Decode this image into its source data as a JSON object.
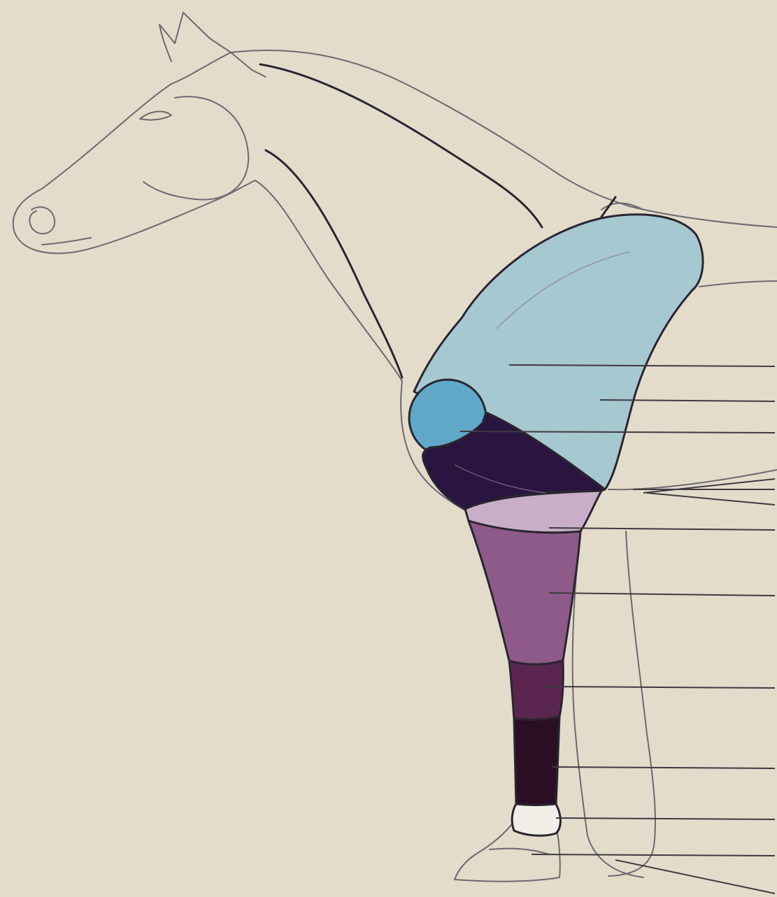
{
  "diagram": {
    "colors": {
      "paper": "#e3dccb",
      "outline": "#2a2530",
      "pencil": "#6d6870",
      "scapula": "#a6c8d0",
      "humeral_head": "#5fa8c8",
      "humerus": "#2a1440",
      "elbow": "#c8aec8",
      "forearm": "#8e5a8a",
      "carpus": "#5a2650",
      "cannon": "#2a0f24",
      "pastern": "#f2efe9"
    },
    "regions": [
      {
        "name": "scapula",
        "fill": "scapula"
      },
      {
        "name": "humeral-head",
        "fill": "humeral_head"
      },
      {
        "name": "humerus",
        "fill": "humerus"
      },
      {
        "name": "elbow",
        "fill": "elbow"
      },
      {
        "name": "forearm",
        "fill": "forearm"
      },
      {
        "name": "carpus",
        "fill": "carpus"
      },
      {
        "name": "cannon",
        "fill": "cannon"
      },
      {
        "name": "pastern",
        "fill": "pastern"
      }
    ],
    "leader_line_count": 13
  }
}
